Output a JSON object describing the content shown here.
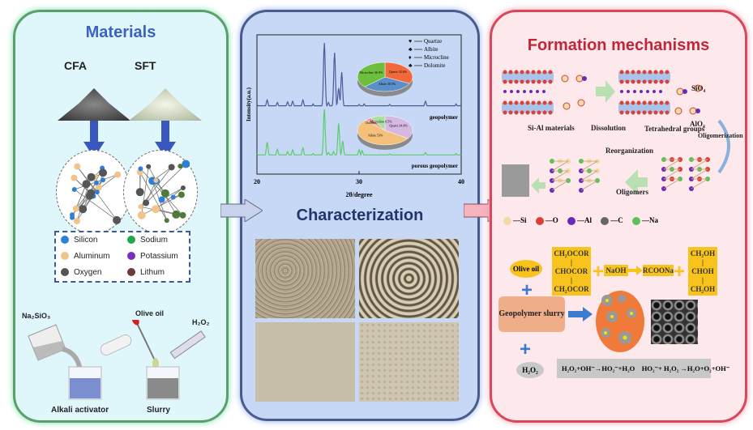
{
  "panels": {
    "materials": {
      "title": "Materials",
      "raw_materials": [
        "CFA",
        "SFT"
      ],
      "legend": [
        {
          "label": "Silicon",
          "color": "#2f7fd6"
        },
        {
          "label": "Sodium",
          "color": "#1faa4a"
        },
        {
          "label": "Aluminum",
          "color": "#f2c48a"
        },
        {
          "label": "Potassium",
          "color": "#7b2fc0"
        },
        {
          "label": "Oxygen",
          "color": "#555555"
        },
        {
          "label": "Lithum",
          "color": "#6b3a3a"
        }
      ],
      "reagents": {
        "silicate": "Na₂SiO₃",
        "oil": "Olive oil",
        "peroxide": "H₂O₂"
      },
      "beakers": [
        "Alkali activator",
        "Slurry"
      ]
    },
    "characterization": {
      "title": "Characterization",
      "photos": [
        "sample-1",
        "sample-2",
        "sample-3",
        "sample-4"
      ]
    },
    "mechanisms": {
      "title": "Formation mechanisms",
      "steps": {
        "si_al": "Si-Al materials",
        "dissolution": "Dissolution",
        "tetrahedral": "Tetrahedral groups",
        "sio4": "SiO₄",
        "alo4": "AlO₄",
        "oligomerization": "Oligomerization",
        "reorganization": "Reorganization",
        "oligomers": "Oligomers"
      },
      "atom_legend": [
        {
          "label": "Si",
          "color": "#f2d9a8"
        },
        {
          "label": "O",
          "color": "#d9403a"
        },
        {
          "label": "Al",
          "color": "#6a2ab8"
        },
        {
          "label": "C",
          "color": "#666666"
        },
        {
          "label": "Na",
          "color": "#5cc05c"
        }
      ],
      "reaction": {
        "olive_oil": "Olive oil",
        "triglyceride": [
          "CH₂OCOR",
          "|",
          "CHOCOR",
          "|",
          "CH₂OCOR"
        ],
        "naoh": "NaOH",
        "rcoona": "RCOONa",
        "glycerol": [
          "CH₂OH",
          "|",
          "CHOH",
          "|",
          "CH₂OH"
        ],
        "slurry": "Geopolymer slurry",
        "h2o2": "H₂O₂",
        "equations": "H₂O₂+OH⁻→HO₂⁻+H₂O    HO₂⁻+ H₂O₂ →H₂O+O₂+OH⁻"
      }
    }
  },
  "chart_data": [
    {
      "type": "line",
      "title": "",
      "xlabel": "2θ/degree",
      "ylabel": "Intensity(a.u.)",
      "xlim": [
        20,
        40
      ],
      "xticks": [
        "20",
        "30",
        "40"
      ],
      "legend": [
        "Quartze",
        "Albite",
        "Microcline",
        "Dolomite"
      ],
      "legend_position": "top-right",
      "series": [
        {
          "name": "geopolymer",
          "color": "#4a5a9a",
          "x": [
            20,
            21,
            22,
            23,
            23.5,
            24.5,
            25.5,
            26.6,
            27,
            27.6,
            28,
            28.3,
            30,
            30.5,
            33,
            36.5,
            39.5,
            40
          ],
          "y": [
            0.05,
            0.12,
            0.08,
            0.09,
            0.1,
            0.12,
            0.06,
            1.0,
            0.08,
            0.85,
            0.3,
            0.55,
            0.05,
            0.06,
            0.05,
            0.1,
            0.06,
            0.04
          ]
        },
        {
          "name": "porous geopolymer",
          "color": "#5ccc6a",
          "x": [
            20,
            21,
            22,
            23,
            23.5,
            24.5,
            25.5,
            26.6,
            27,
            27.5,
            28,
            28.4,
            30,
            30.3,
            33,
            36.5,
            39.5,
            40
          ],
          "y": [
            0.05,
            0.3,
            0.15,
            0.1,
            0.14,
            0.18,
            0.06,
            1.0,
            0.08,
            0.1,
            0.7,
            0.32,
            0.14,
            0.12,
            0.05,
            0.08,
            0.06,
            0.04
          ]
        }
      ]
    },
    {
      "type": "pie",
      "title": "geopolymer",
      "categories": [
        "Quartz",
        "Albite",
        "Microcline"
      ],
      "values": [
        32.6,
        30.5,
        36.9
      ],
      "colors": [
        "#f26a3a",
        "#5b8fc9",
        "#6fbf3f"
      ]
    },
    {
      "type": "pie",
      "title": "porous geopolymer",
      "categories": [
        "Quartz",
        "Albite",
        "Dolomite",
        "Microcline"
      ],
      "values": [
        34.4,
        53,
        4.1,
        8.5
      ],
      "colors": [
        "#d7b8e3",
        "#f5c07a",
        "#f0a0a0",
        "#a9e0a0"
      ]
    }
  ]
}
